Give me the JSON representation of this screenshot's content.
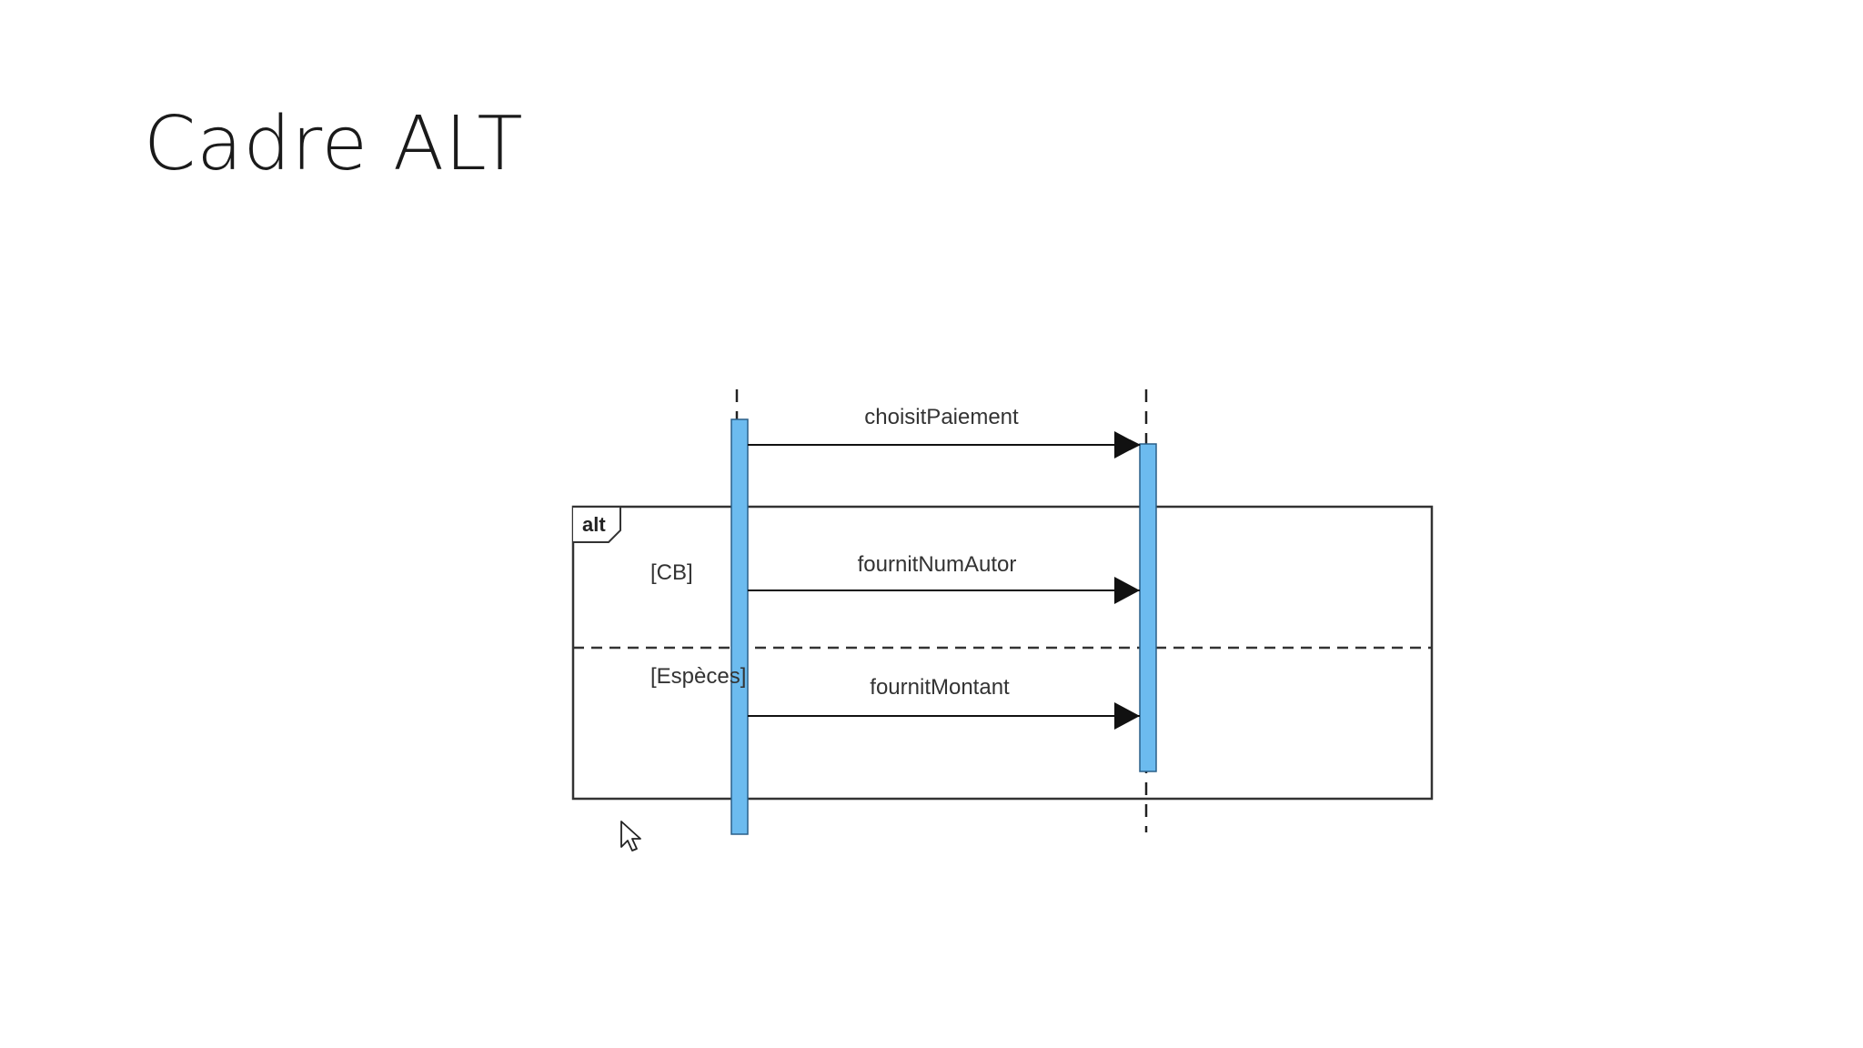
{
  "slide": {
    "title": "Cadre ALT"
  },
  "diagram": {
    "messages": [
      {
        "label": "choisitPaiement"
      },
      {
        "label": "fournitNumAutor"
      },
      {
        "label": "fournitMontant"
      }
    ],
    "frame": {
      "operator": "alt",
      "guards": [
        "[CB]",
        "[Espèces]"
      ]
    },
    "colors": {
      "activation": "#6cbbef",
      "line": "#222222"
    }
  }
}
